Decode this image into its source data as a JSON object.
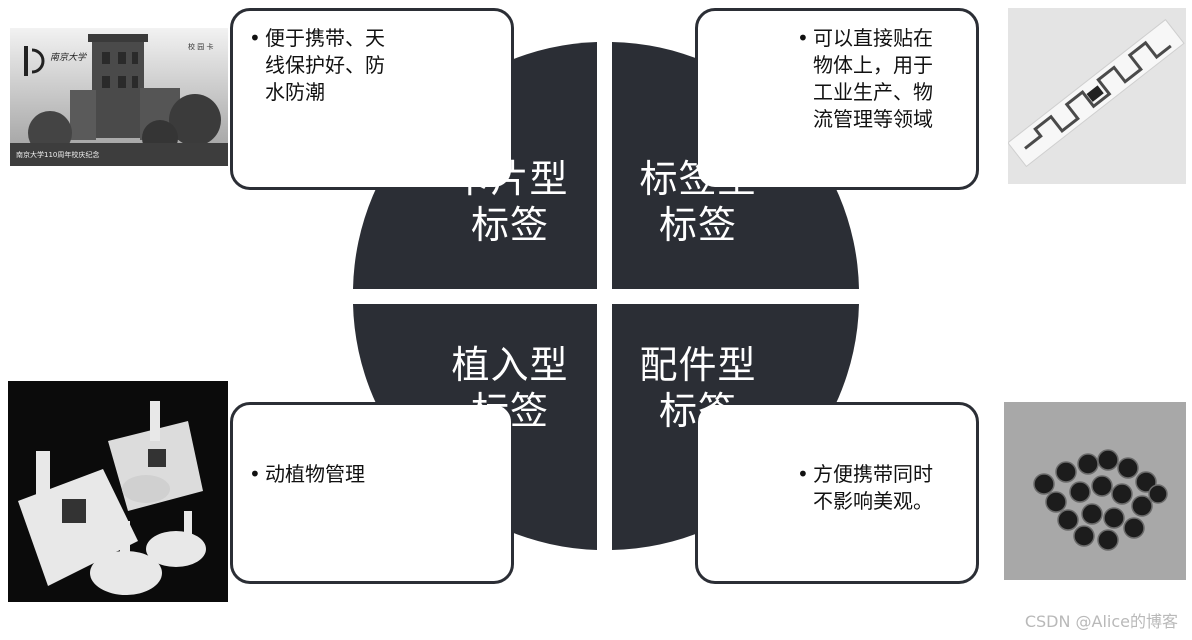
{
  "quadrants": {
    "top_left": "卡片型\n标签",
    "top_right": "标签型\n标签",
    "bottom_left": "植入型\n标签",
    "bottom_right": "配件型\n标签"
  },
  "descriptions": {
    "top_left": "便于携带、天\n线保护好、防\n水防潮",
    "top_right": "可以直接贴在\n物体上，用于\n工业生产、物\n流管理等领域",
    "bottom_left": "动植物管理",
    "bottom_right": "方便携带同时\n不影响美观。"
  },
  "bullet": "•",
  "photos": {
    "card_logo_text": "南京大学",
    "card_side_text": "校 园 卡",
    "card_caption": "南京大学110周年校庆纪念"
  },
  "watermark": "CSDN @Alice的博客",
  "colors": {
    "quadrant_fill": "#2b2e35",
    "box_border": "#2b2e35",
    "text": "#111111"
  }
}
